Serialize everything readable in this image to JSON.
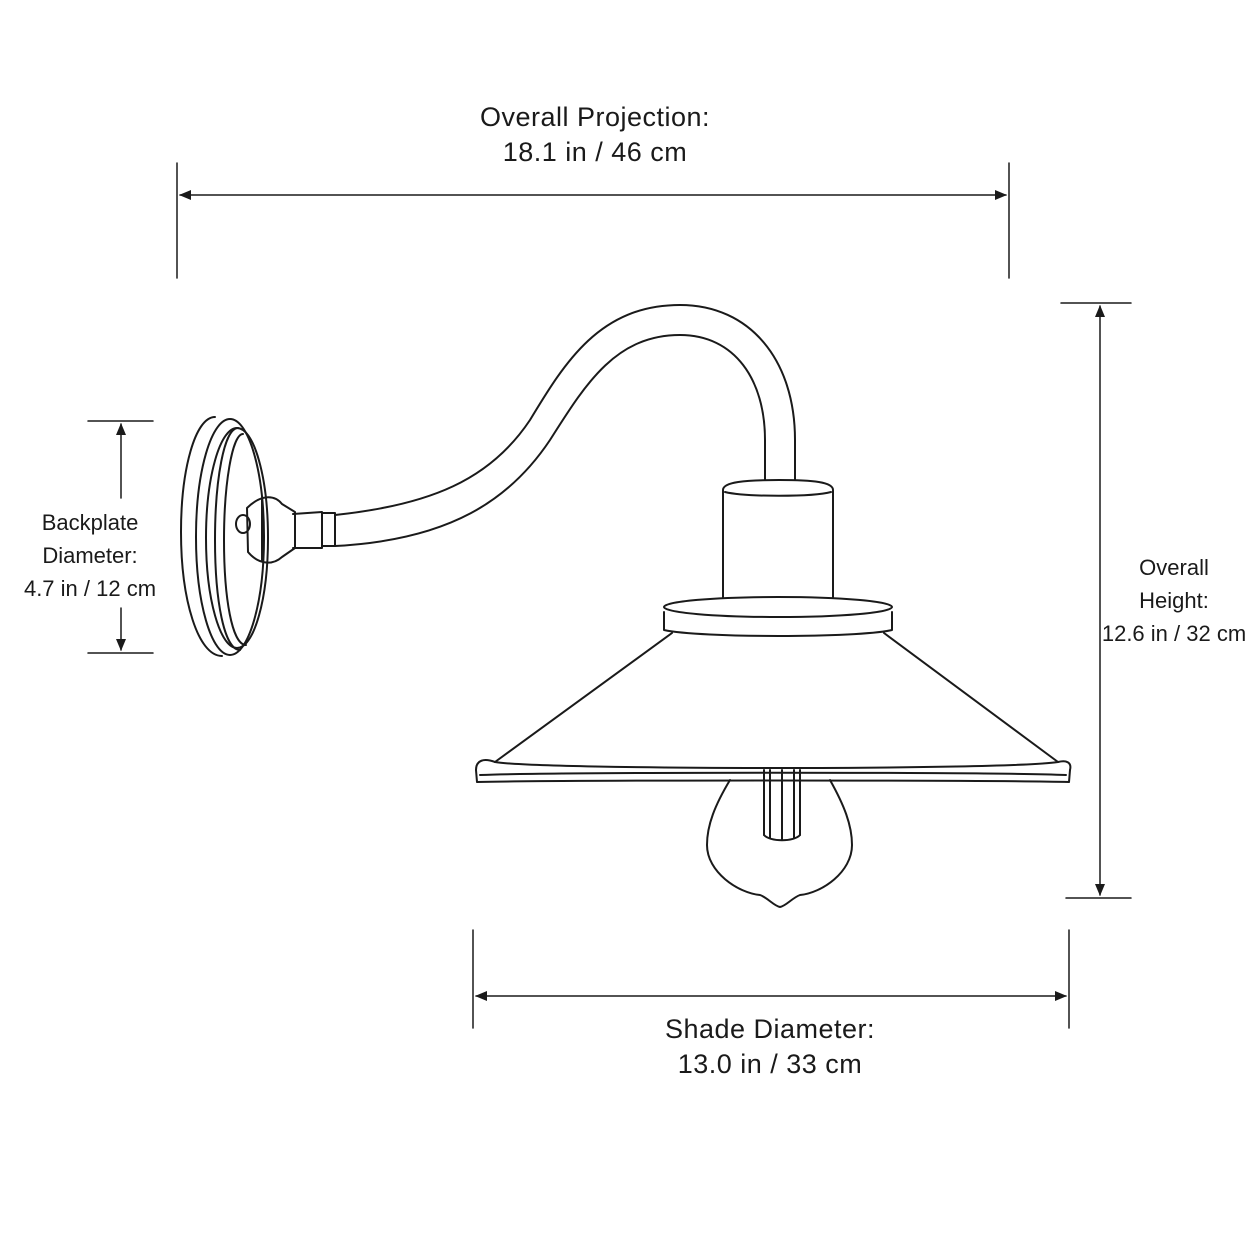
{
  "dimensions": {
    "overall_projection": {
      "label": "Overall Projection:",
      "value": "18.1 in / 46 cm"
    },
    "shade_diameter": {
      "label": "Shade Diameter:",
      "value": "13.0 in / 33 cm"
    },
    "backplate_diameter": {
      "label_line1": "Backplate",
      "label_line2": "Diameter:",
      "value": "4.7 in / 12 cm"
    },
    "overall_height": {
      "label_line1": "Overall",
      "label_line2": "Height:",
      "value": "12.6 in / 32 cm"
    }
  },
  "colors": {
    "line": "#1a1a1a",
    "background": "#ffffff"
  }
}
